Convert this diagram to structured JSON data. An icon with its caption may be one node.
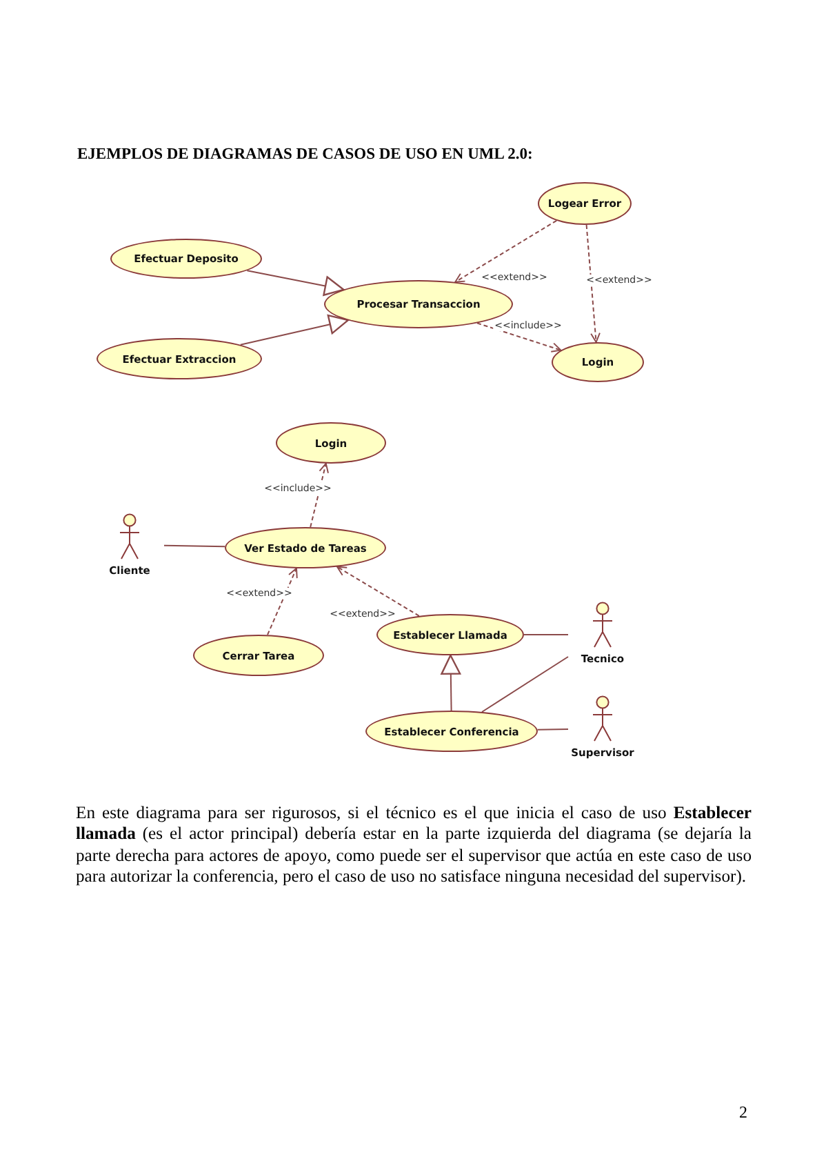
{
  "diagram": {
    "title": "EJEMPLOS DE DIAGRAMAS DE CASOS DE USO EN UML 2.0:",
    "caption": "En este diagrama para ser rigurosos, si el técnico es el que inicia el caso de uso **Establecer llamada** (es el actor principal) debería estar en la parte izquierda del diagrama (se dejaría la parte derecha para actores de apoyo, como puede ser el supervisor que actúa en este caso de uso para autorizar la conferencia, pero el caso de uso no satisface ninguna necesidad del supervisor).",
    "nodes": [
      {
        "text": [
          "Logear Error"
        ]
      },
      {
        "text": [
          "Efectuar Deposito"
        ]
      },
      {
        "text": [
          "Procesar Transaccion"
        ]
      },
      {
        "text": [
          "Efectuar Extraccion"
        ]
      },
      {
        "text": [
          "Login"
        ]
      },
      {
        "text": [
          "Login"
        ]
      },
      {
        "text": [
          "Cliente"
        ]
      },
      {
        "text": [
          "Ver Estado de Tareas"
        ]
      },
      {
        "text": [
          "Cerrar Tarea"
        ]
      },
      {
        "text": [
          "Establecer Llamada"
        ]
      },
      {
        "text": [
          "Tecnico"
        ]
      },
      {
        "text": [
          "Establecer Conferencia"
        ]
      },
      {
        "text": [
          "Supervisor"
        ]
      }
    ],
    "edges": [
      {
        "from": 1,
        "to": 2,
        "arrow": "to"
      },
      {
        "from": 3,
        "to": 2,
        "arrow": "to"
      },
      {
        "from": 0,
        "to": 2,
        "arrow": "to",
        "style": "dashed",
        "label": "<<extend>>"
      },
      {
        "from": 0,
        "to": 4,
        "arrow": "to",
        "style": "dashed",
        "label": "<<extend>>"
      },
      {
        "from": 2,
        "to": 4,
        "arrow": "to",
        "style": "dashed",
        "label": "<<include>>"
      },
      {
        "from": 6,
        "to": 7,
        "arrow": "none"
      },
      {
        "from": 7,
        "to": 5,
        "arrow": "to",
        "style": "dashed",
        "label": "<<include>>"
      },
      {
        "from": 8,
        "to": 7,
        "arrow": "to",
        "style": "dashed",
        "label": "<<extend>>"
      },
      {
        "from": 9,
        "to": 7,
        "arrow": "to",
        "style": "dashed",
        "label": "<<extend>>"
      },
      {
        "from": 9,
        "to": 10,
        "arrow": "none"
      },
      {
        "from": 11,
        "to": 9,
        "arrow": "to"
      },
      {
        "from": 11,
        "to": 10,
        "arrow": "none"
      },
      {
        "from": 11,
        "to": 12,
        "arrow": "none"
      }
    ],
    "labels": [
      "2"
    ]
  }
}
